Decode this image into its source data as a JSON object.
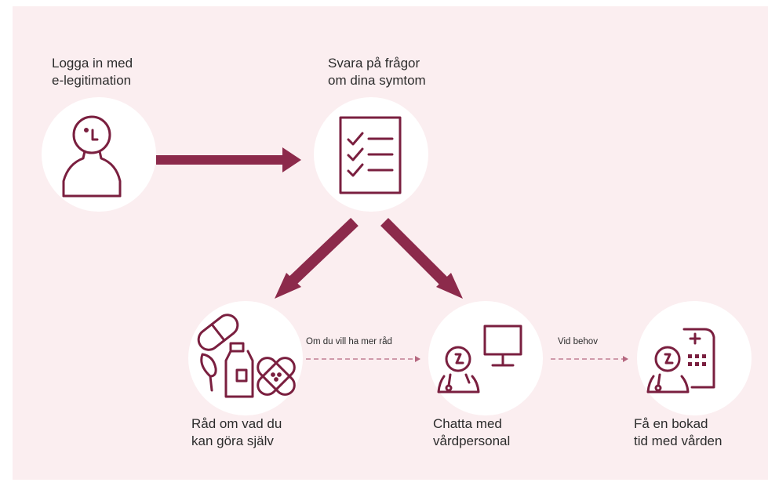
{
  "steps": [
    {
      "id": "login",
      "label": "Logga in med\ne-legitimation",
      "icon": "person-icon"
    },
    {
      "id": "questions",
      "label": "Svara på frågor\nom dina symtom",
      "icon": "checklist-icon"
    },
    {
      "id": "selfcare",
      "label": "Råd om vad du\nkan göra själv",
      "icon": "medicine-icon"
    },
    {
      "id": "chat",
      "label": "Chatta med\nvårdpersonal",
      "icon": "doctor-computer-icon"
    },
    {
      "id": "booking",
      "label": "Få en bokad\ntid med vården",
      "icon": "doctor-hospital-icon"
    }
  ],
  "connectors": {
    "more_advice": "Om du vill ha mer råd",
    "if_needed": "Vid behov"
  },
  "colors": {
    "background": "#fbeef0",
    "accent": "#8c2a4b",
    "icon_line": "#7a1f3f",
    "text": "#2c2c2c"
  }
}
